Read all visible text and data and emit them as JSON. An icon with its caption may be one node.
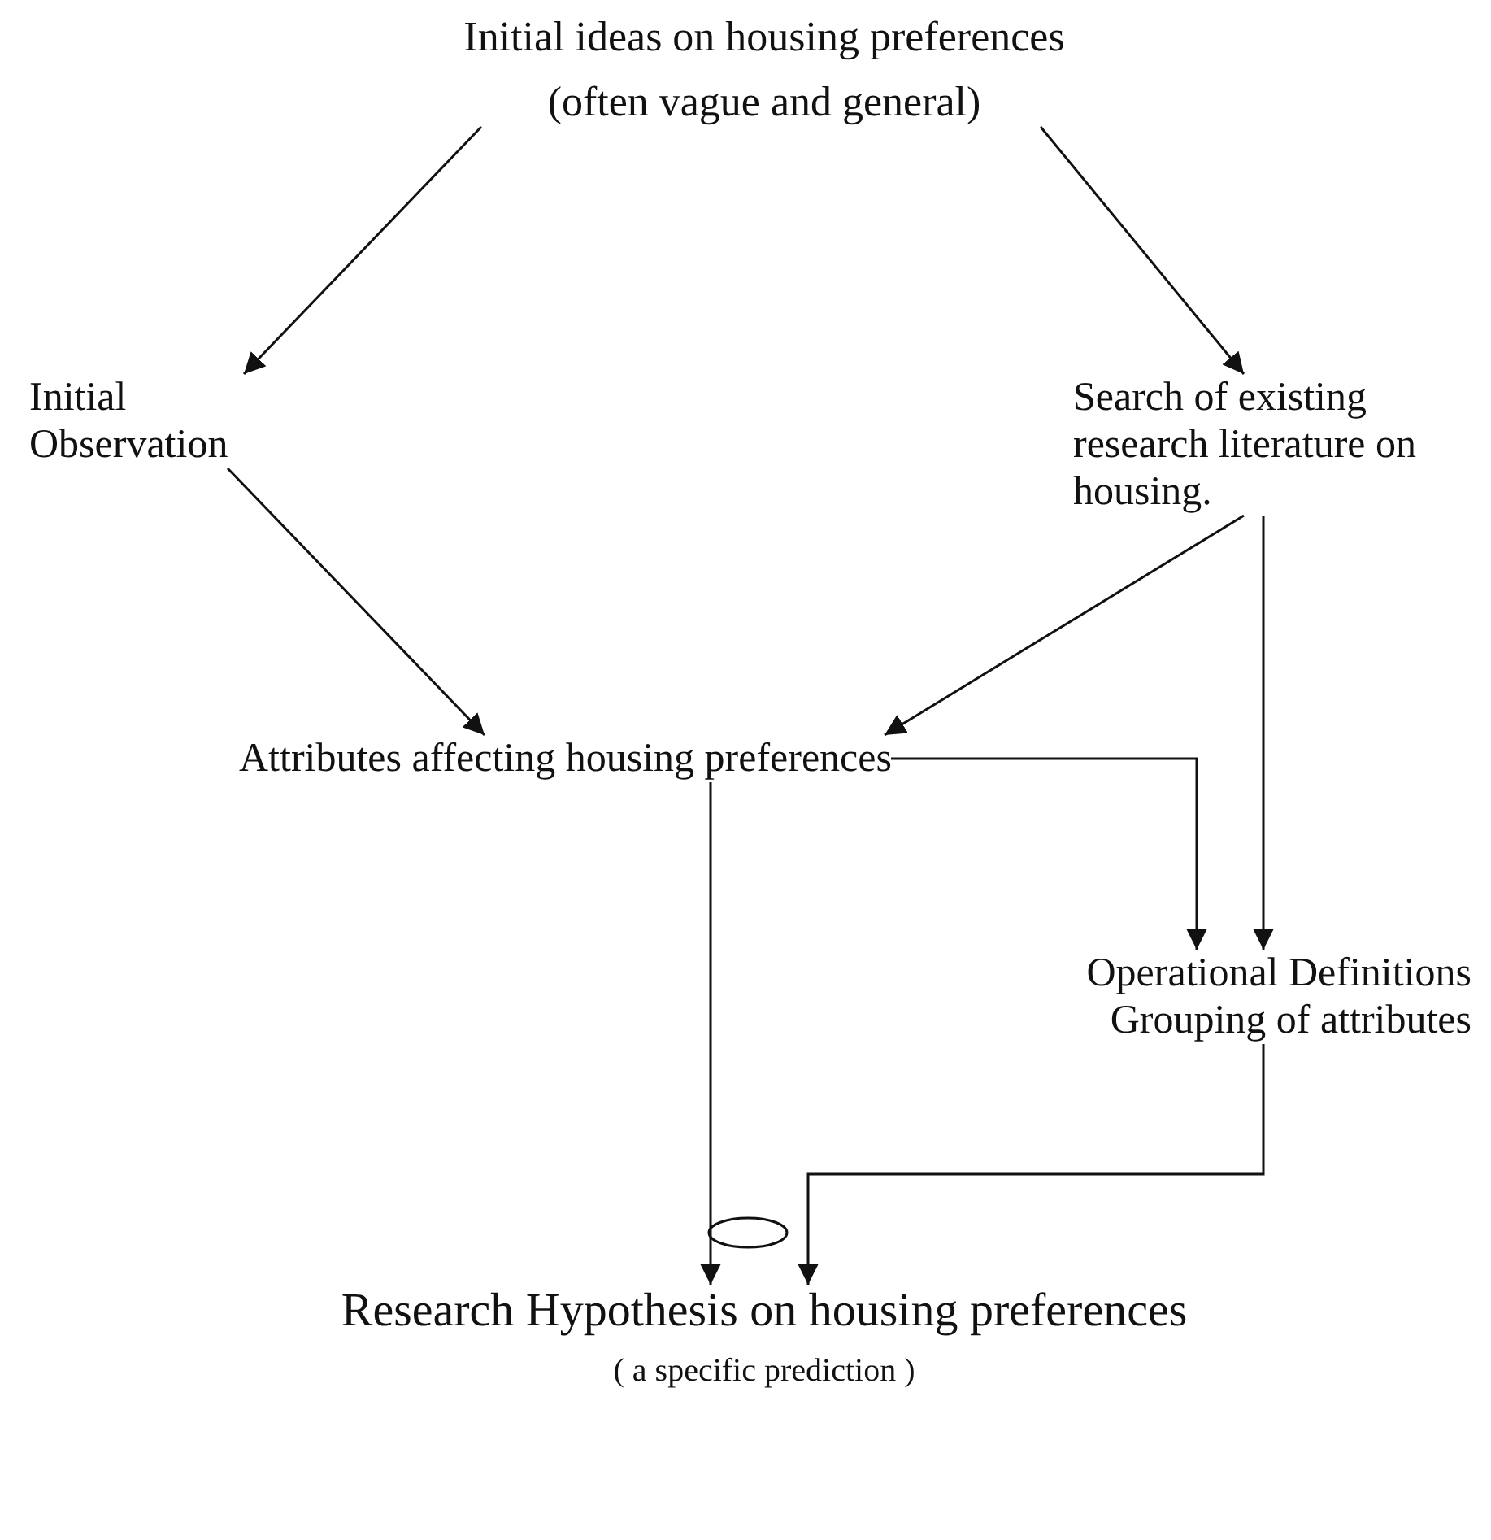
{
  "diagram": {
    "nodes": [
      {
        "text": [
          "Initial ideas on housing preferences",
          "(often vague and general)"
        ]
      },
      {
        "text": [
          "Initial Observation"
        ]
      },
      {
        "text": [
          "Search of existing research literature on housing."
        ]
      },
      {
        "text": [
          "Attributes affecting housing preferences"
        ]
      },
      {
        "text": [
          "Operational Definitions",
          "Grouping of attributes"
        ]
      },
      {
        "text": [
          "Research Hypothesis on housing preferences",
          "( a specific prediction )"
        ]
      }
    ],
    "edges": [
      {
        "from": 0,
        "to": 1,
        "arrow": "to"
      },
      {
        "from": 0,
        "to": 2,
        "arrow": "to"
      },
      {
        "from": 1,
        "to": 3,
        "arrow": "to"
      },
      {
        "from": 2,
        "to": 3,
        "arrow": "to"
      },
      {
        "from": 3,
        "to": 4,
        "arrow": "to"
      },
      {
        "from": 2,
        "to": 4,
        "arrow": "to"
      },
      {
        "from": 3,
        "to": 5,
        "arrow": "to"
      },
      {
        "from": 4,
        "to": 5,
        "arrow": "to"
      }
    ]
  }
}
